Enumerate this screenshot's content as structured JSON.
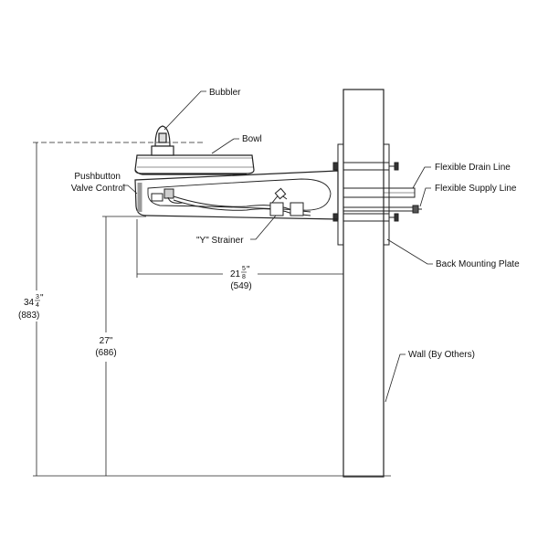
{
  "labels": {
    "bubbler": "Bubbler",
    "bowl": "Bowl",
    "pushbutton_line1": "Pushbutton",
    "pushbutton_line2": "Valve Control",
    "y_strainer": "\"Y\" Strainer",
    "flexible_drain_line": "Flexible Drain Line",
    "flexible_supply_line": "Flexible Supply Line",
    "back_mounting_plate": "Back Mounting Plate",
    "wall": "Wall (By Others)"
  },
  "dimensions": {
    "overall_height": {
      "whole": "34",
      "num": "3",
      "den": "4",
      "unit": "\"",
      "metric": "(883)"
    },
    "rim_height": {
      "text": "27\"",
      "metric": "(686)"
    },
    "projection": {
      "whole": "21",
      "num": "5",
      "den": "8",
      "unit": "\"",
      "metric": "(549)"
    }
  },
  "colors": {
    "line": "#222222",
    "shade": "#9a9a9a"
  }
}
